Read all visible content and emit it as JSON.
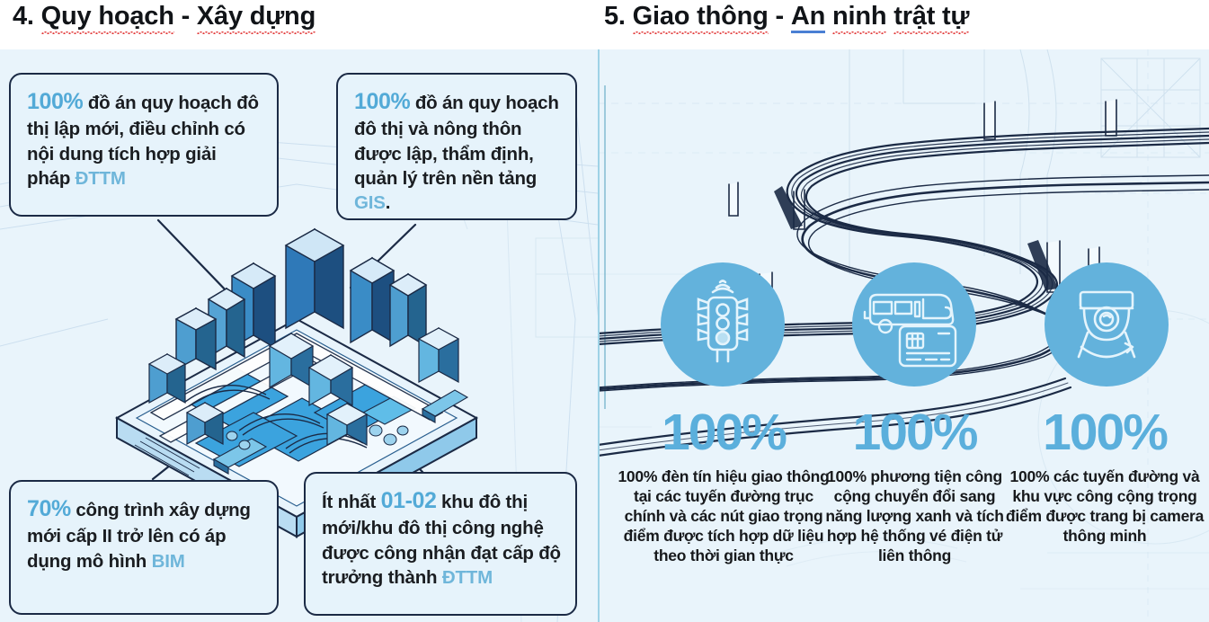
{
  "titles": {
    "left": {
      "index": "4.",
      "segments": [
        {
          "text": "Quy hoạch",
          "underline": "red"
        },
        {
          "text": " - ",
          "underline": "none"
        },
        {
          "text": "Xây dựng",
          "underline": "red"
        }
      ],
      "full": "4. Quy hoạch - Xây dựng"
    },
    "right": {
      "index": "5.",
      "segments": [
        {
          "text": "Giao thông",
          "underline": "red"
        },
        {
          "text": " - ",
          "underline": "none"
        },
        {
          "text": "An",
          "underline": "blue"
        },
        {
          "text": " ",
          "underline": "none"
        },
        {
          "text": "ninh",
          "underline": "red"
        },
        {
          "text": " ",
          "underline": "none"
        },
        {
          "text": "trật tự",
          "underline": "red"
        }
      ],
      "full": "5. Giao thông - An ninh trật tự"
    }
  },
  "planning_panel": {
    "illustration_name": "isometric-smart-city",
    "callouts": [
      {
        "id": "top-left",
        "lead": "100%",
        "body_before": " đồ án quy hoạch đô thị lập mới, điều chỉnh có nội dung tích hợp giải pháp ",
        "highlight": "ĐTTM",
        "body_after": "",
        "full": "100% đồ án quy hoạch đô thị lập mới, điều chỉnh có nội dung tích hợp giải pháp ĐTTM"
      },
      {
        "id": "top-right",
        "lead": "100%",
        "body_before": " đồ án quy hoạch đô thị và nông thôn được lập, thẩm định, quản lý trên nền tảng ",
        "highlight": "GIS",
        "body_after": ".",
        "full": "100% đồ án quy hoạch đô thị và nông thôn được lập, thẩm định, quản lý trên nền tảng GIS."
      },
      {
        "id": "bottom-left",
        "lead": "70%",
        "body_before": " công trình xây dựng mới cấp II trở lên có áp dụng mô hình ",
        "highlight": "BIM",
        "body_after": "",
        "full": "70% công trình xây dựng mới cấp II trở lên có áp dụng mô hình BIM"
      },
      {
        "id": "bottom-right",
        "lead_prefix": "Ít nhất ",
        "lead": "01-02",
        "body_before": " khu đô thị mới/khu đô thị công nghệ được công nhận đạt cấp độ trưởng thành ",
        "highlight": "ĐTTM",
        "body_after": "",
        "full": "Ít nhất 01-02 khu đô thị mới/khu đô thị công nghệ được công nhận đạt cấp độ trưởng thành ĐTTM"
      }
    ]
  },
  "transport_panel": {
    "illustration_name": "elevated-highway-overpass",
    "stats": [
      {
        "icon": "traffic-light-icon",
        "number": "100%",
        "caption": "100% đèn tín hiệu giao thông tại các tuyến đường trục chính và các nút giao trọng điểm được tích hợp dữ liệu theo thời gian thực"
      },
      {
        "icon": "bus-smartcard-icon",
        "number": "100%",
        "caption": "100% phương tiện công cộng chuyển đổi sang năng lượng xanh và tích hợp hệ thống vé điện tử liên thông"
      },
      {
        "icon": "cctv-camera-icon",
        "number": "100%",
        "caption": "100% các tuyến đường và khu vực công cộng trọng điểm được trang bị camera thông minh"
      }
    ]
  },
  "colors": {
    "accent_blue": "#53aad7",
    "stat_blue": "#5bafdc",
    "circle_blue": "#63b2dc",
    "border_navy": "#1b2a45",
    "panel_bg": "#e9f4fb",
    "callout_bg": "#e6f3fb",
    "divider": "#9ed2e6",
    "spellcheck_red": "#e23b3b",
    "grammar_blue": "#4a7fd4"
  }
}
